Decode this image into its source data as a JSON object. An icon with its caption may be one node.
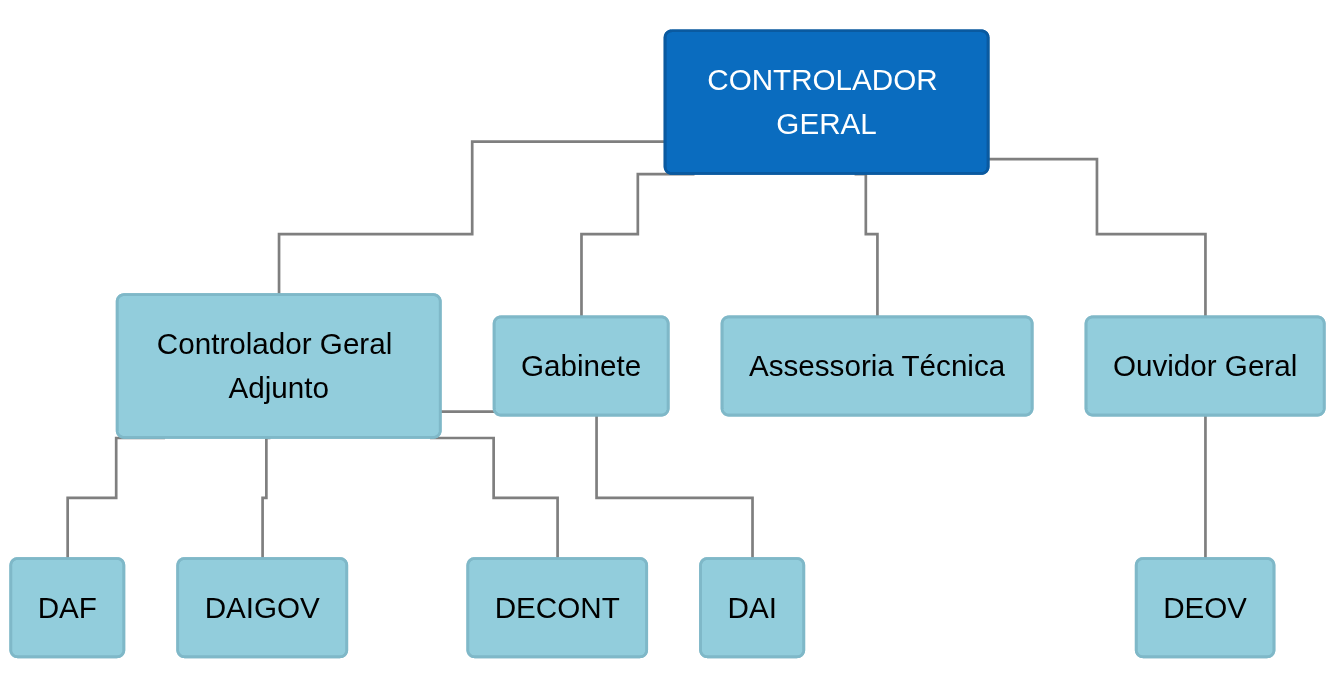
{
  "diagram": {
    "nodes": [
      {
        "text": [
          "CONTROLADOR GERAL"
        ]
      },
      {
        "text": [
          "Controlador Geral Adjunto"
        ]
      },
      {
        "text": [
          "Gabinete"
        ]
      },
      {
        "text": [
          "Assessoria Técnica"
        ]
      },
      {
        "text": [
          "Ouvidor Geral"
        ]
      },
      {
        "text": [
          "DAF"
        ]
      },
      {
        "text": [
          "DAIGOV"
        ]
      },
      {
        "text": [
          "DECONT"
        ]
      },
      {
        "text": [
          "DAI"
        ]
      },
      {
        "text": [
          "DEOV"
        ]
      }
    ],
    "edges": [
      {
        "from": 0,
        "to": 1,
        "arrow": "none"
      },
      {
        "from": 0,
        "to": 2,
        "arrow": "none"
      },
      {
        "from": 0,
        "to": 3,
        "arrow": "none"
      },
      {
        "from": 0,
        "to": 4,
        "arrow": "none"
      },
      {
        "from": 1,
        "to": 5,
        "arrow": "none"
      },
      {
        "from": 1,
        "to": 6,
        "arrow": "none"
      },
      {
        "from": 1,
        "to": 7,
        "arrow": "none"
      },
      {
        "from": 1,
        "to": 8,
        "arrow": "none"
      },
      {
        "from": 4,
        "to": 9,
        "arrow": "none"
      }
    ]
  }
}
